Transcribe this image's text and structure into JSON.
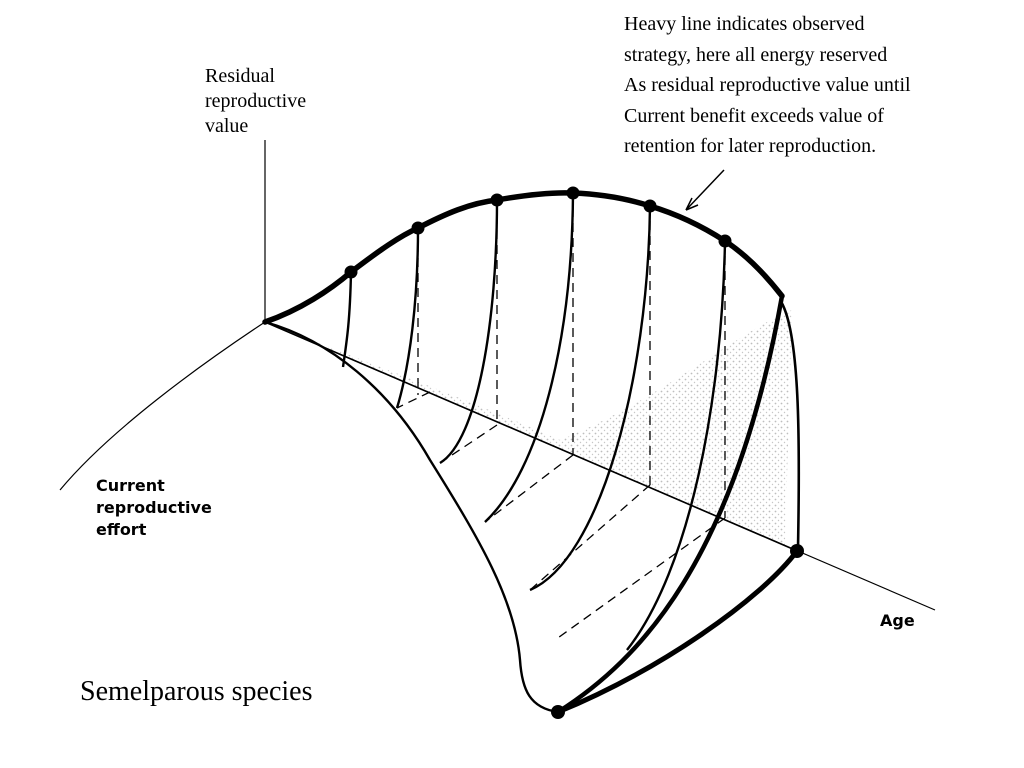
{
  "annotation": {
    "lines": [
      "Heavy line indicates observed",
      "strategy, here all energy reserved",
      "As residual reproductive value until",
      "Current benefit exceeds value of",
      "retention for later reproduction."
    ]
  },
  "axes": {
    "vertical_label": [
      "Residual",
      "reproductive",
      "value"
    ],
    "left_label": [
      "Current",
      "reproductive",
      "effort"
    ],
    "right_label": "Age"
  },
  "caption": "Semelparous species",
  "colors": {
    "ink": "#000000",
    "shading": "#b8b8b8",
    "background": "#ffffff"
  }
}
